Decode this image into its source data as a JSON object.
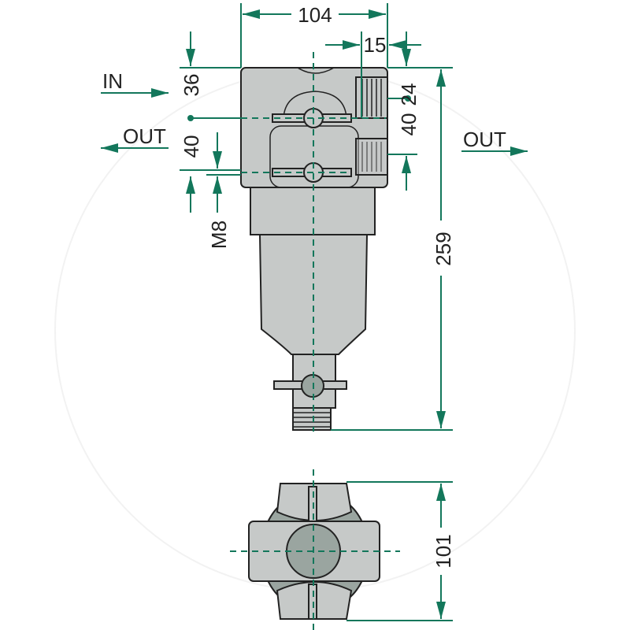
{
  "labels": {
    "width_top": "104",
    "port_depth": "15",
    "inlet": "IN",
    "inlet_offset": "36",
    "outlet_left": "OUT",
    "outlet_spacing_left": "40",
    "port_offset_right": "24",
    "outlet_spacing_right": "40",
    "mount_thread": "M8",
    "total_height": "259",
    "outlet_right": "OUT",
    "bottom_width": "101"
  },
  "colors": {
    "dimension": "#13775b",
    "body": "#c6c9c8"
  }
}
